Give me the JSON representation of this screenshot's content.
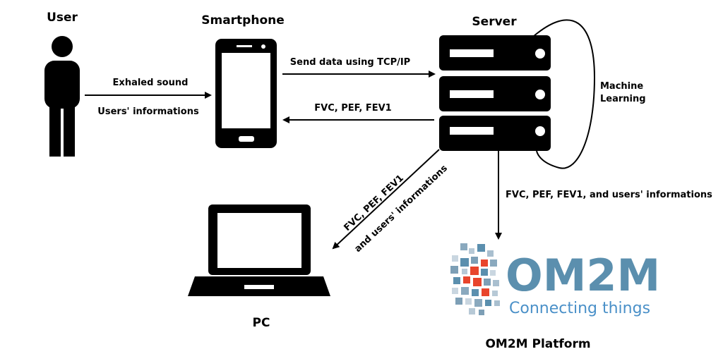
{
  "nodes": {
    "user": "User",
    "smartphone": "Smartphone",
    "server": "Server",
    "pc": "PC",
    "platform": "OM2M Platform"
  },
  "edges": {
    "user_to_phone_line1": "Exhaled sound",
    "user_to_phone_line2": "Users' informations",
    "phone_to_server": "Send data using TCP/IP",
    "server_to_phone": "FVC, PEF, FEV1",
    "server_loop_line1": "Machine",
    "server_loop_line2": "Learning",
    "server_to_platform": "FVC, PEF, FEV1, and users' informations",
    "server_to_pc_line1": "FVC, PEF, FEV1",
    "server_to_pc_line2": "and users' informations"
  },
  "logo": {
    "text": "OM2M",
    "tagline": "Connecting things",
    "colors": {
      "primary": "#5b8fae",
      "accent": "#e8452c",
      "tagline": "#4a90c8"
    }
  }
}
